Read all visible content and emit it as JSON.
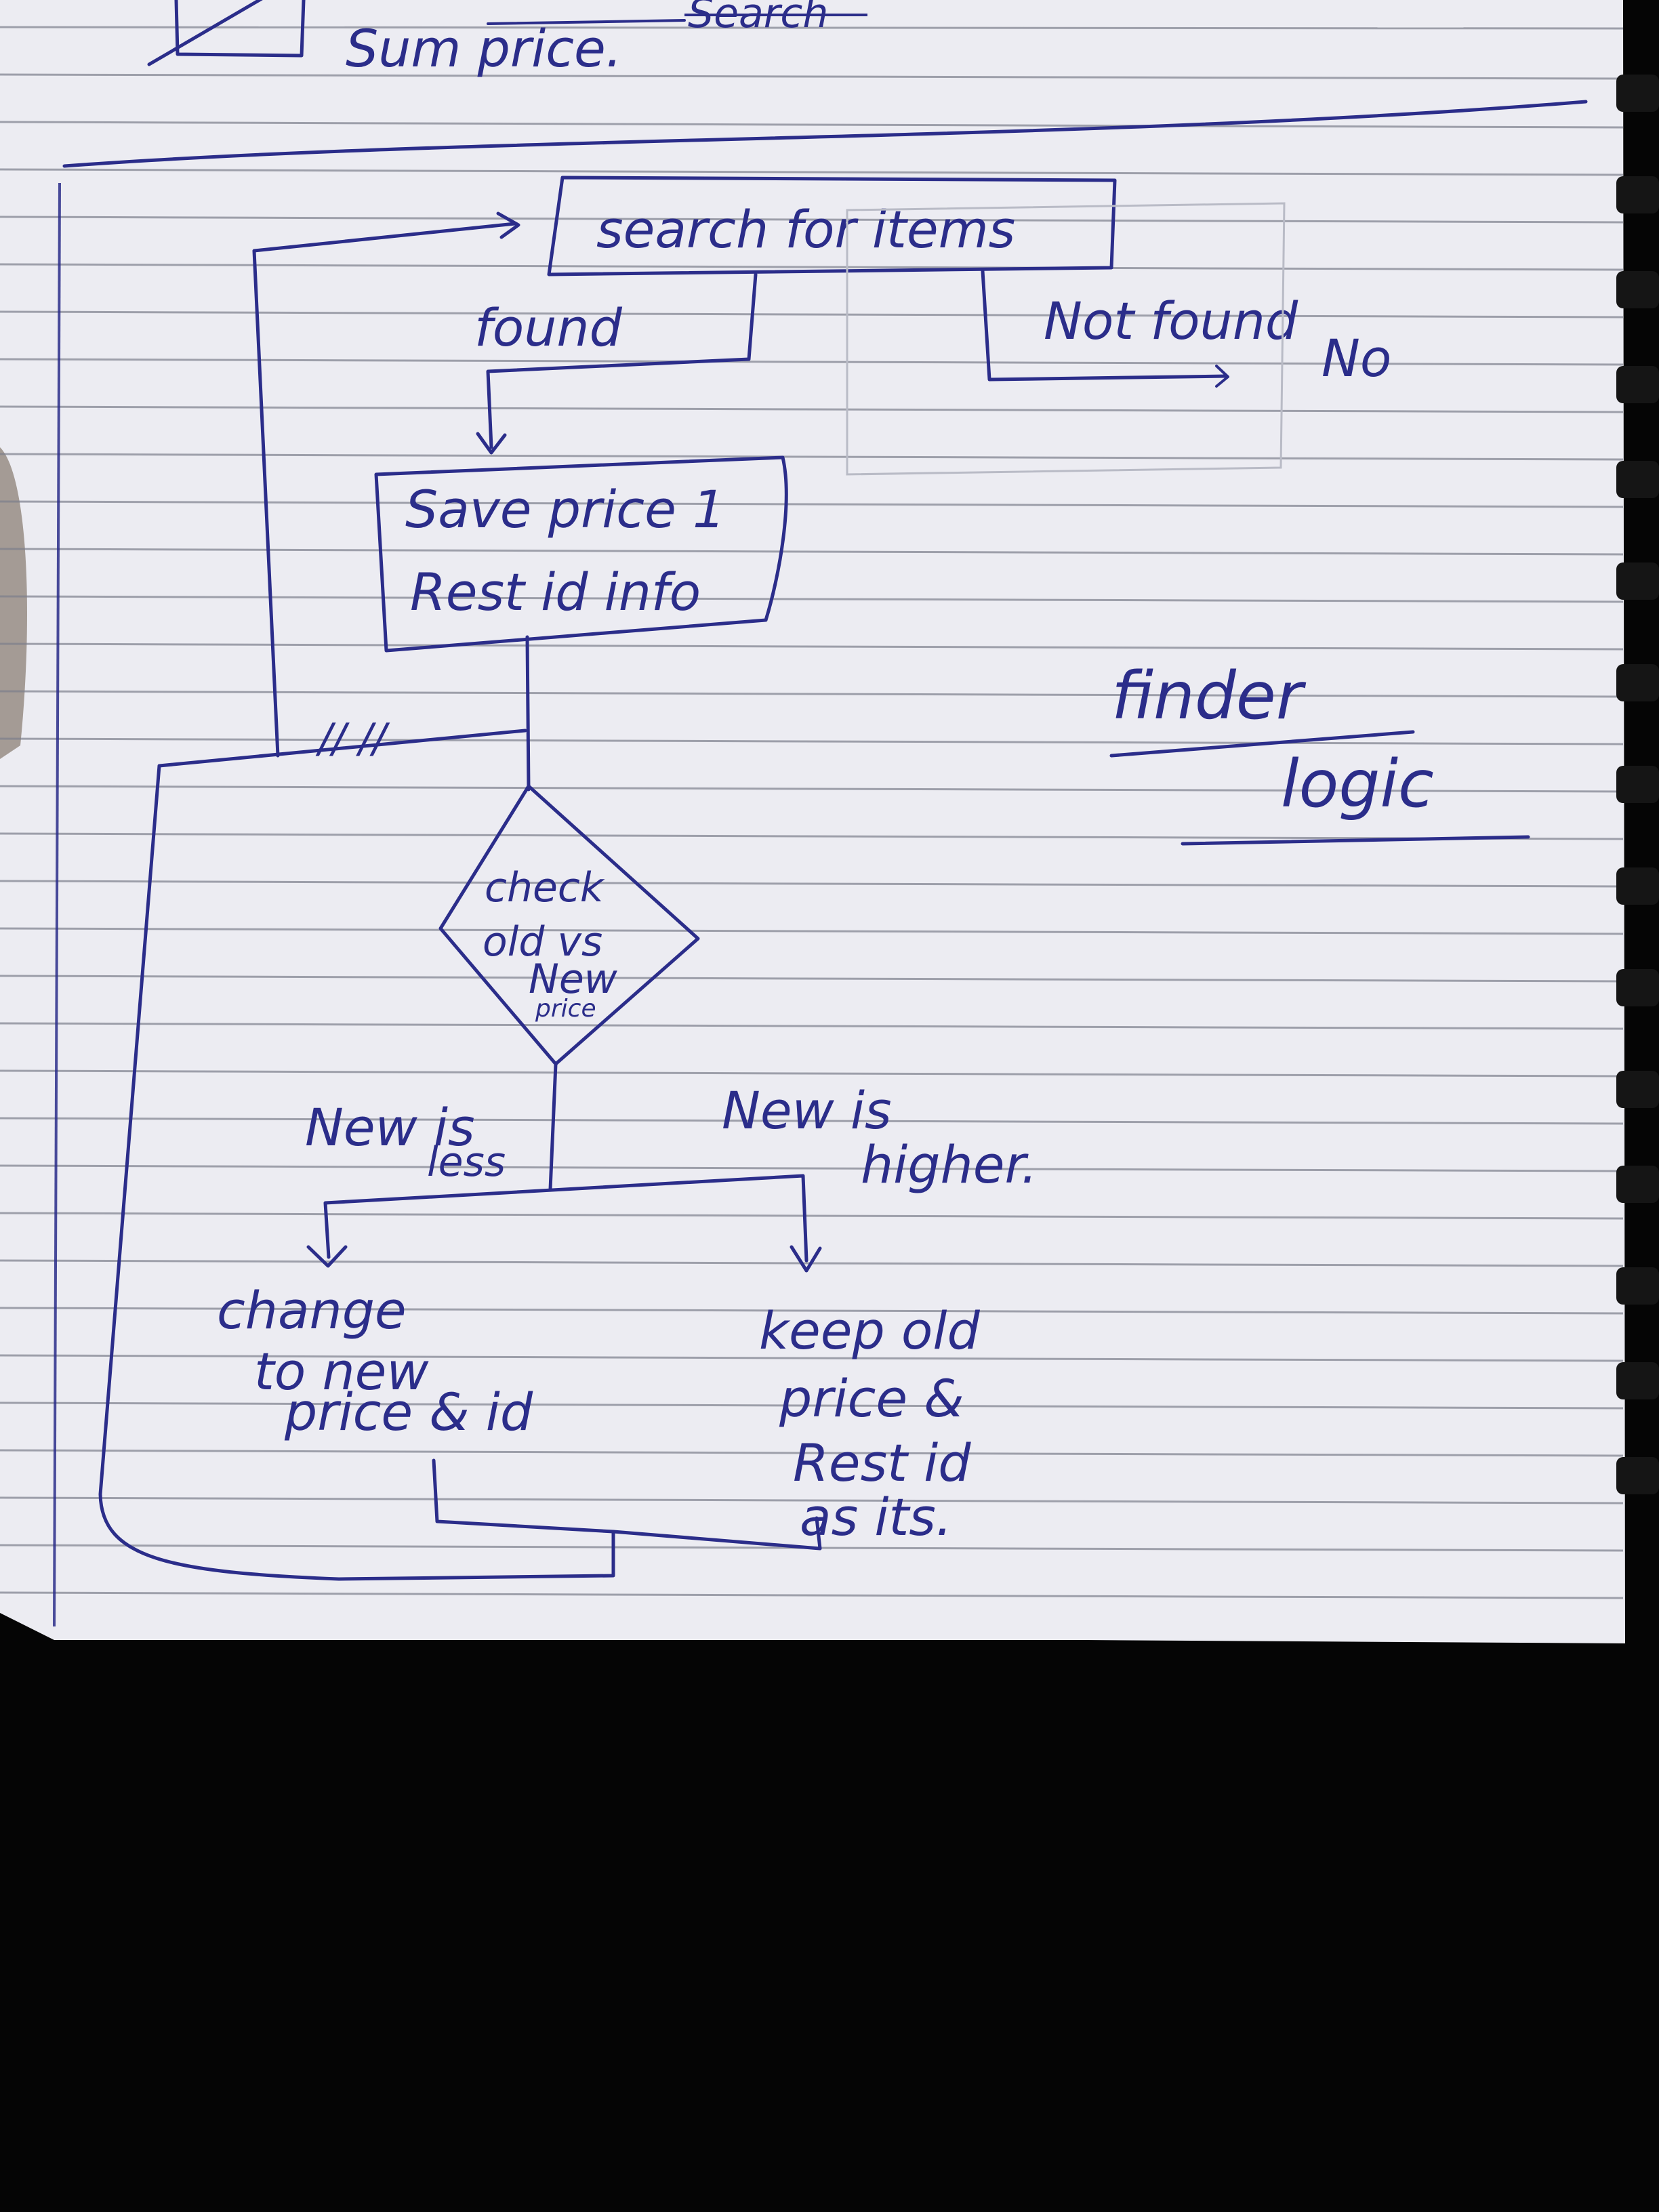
{
  "colors": {
    "paper": "#ececf2",
    "rule_line": "#7d7f8c",
    "ink": "#2b2d8a",
    "background": "#050505",
    "spiral_binding": "#151515"
  },
  "top_note": {
    "line1": "Sum price.",
    "crossed_out": "Search"
  },
  "flowchart": {
    "search_box": "search for items",
    "found_label": "found",
    "not_found_label": "Not found",
    "no_label": "No",
    "save_box": {
      "line1": "Save price 1",
      "line2": "Rest id info"
    },
    "decision": {
      "line1": "check",
      "line2": "old vs",
      "line3": "New",
      "line4": "price"
    },
    "branch_less": {
      "line1": "New is",
      "line2": "less"
    },
    "branch_higher": {
      "line1": "New is",
      "line2": "higher."
    },
    "change_action": {
      "line1": "change",
      "line2": "to new",
      "line3": "price & id"
    },
    "keep_action": {
      "line1": "keep old",
      "line2": "price &",
      "line3": "Rest id",
      "line4": "as its."
    }
  },
  "side_title": {
    "line1": "finder",
    "line2": "logic"
  }
}
